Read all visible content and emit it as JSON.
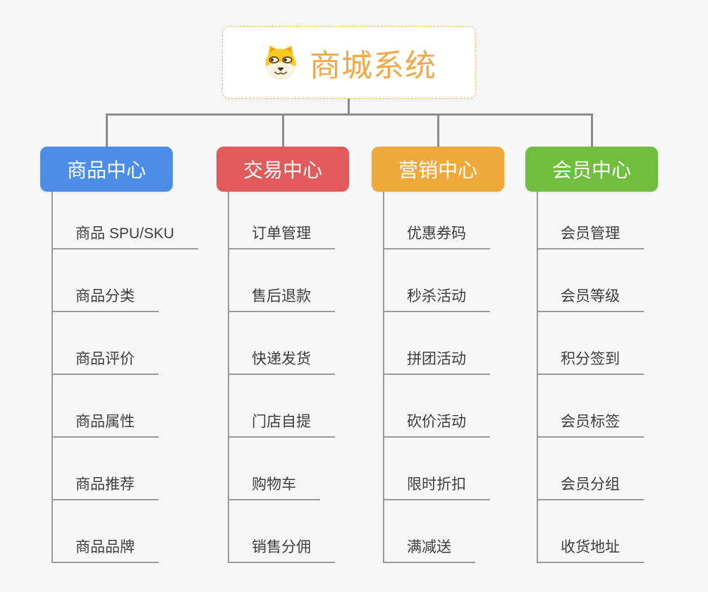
{
  "page": {
    "background": "#f7f7f7"
  },
  "root": {
    "title": "商城系统",
    "icon": "dog-face-icon",
    "text_color": "#F0A848",
    "border_color": "#F2BD6B",
    "background": "#ffffff"
  },
  "connectors": {
    "main_color": "#8C8C8C",
    "branch_color": "#9A9A9A"
  },
  "branches": [
    {
      "label": "商品中心",
      "color": "#4A8EE8",
      "children": [
        "商品 SPU/SKU",
        "商品分类",
        "商品评价",
        "商品属性",
        "商品推荐",
        "商品品牌"
      ]
    },
    {
      "label": "交易中心",
      "color": "#E25B5B",
      "children": [
        "订单管理",
        "售后退款",
        "快递发货",
        "门店自提",
        "购物车",
        "销售分佣"
      ]
    },
    {
      "label": "营销中心",
      "color": "#EFA93B",
      "children": [
        "优惠券码",
        "秒杀活动",
        "拼团活动",
        "砍价活动",
        "限时折扣",
        "满减送"
      ]
    },
    {
      "label": "会员中心",
      "color": "#6FBE3E",
      "children": [
        "会员管理",
        "会员等级",
        "积分签到",
        "会员标签",
        "会员分组",
        "收货地址"
      ]
    }
  ]
}
